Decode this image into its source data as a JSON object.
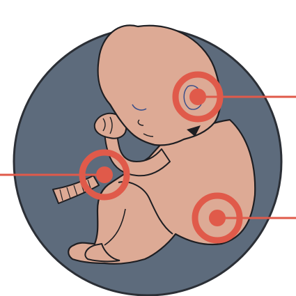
{
  "colors": {
    "background": "#ffffff",
    "circle_fill": "#5d6b7c",
    "circle_stroke": "#2b2f36",
    "skin": "#ddaa95",
    "outline": "#1e1e22",
    "marker": "#e05a4a",
    "cord": "#ddaa95"
  },
  "markers": [
    {
      "name": "ear-marker",
      "target": "ear"
    },
    {
      "name": "arm-marker",
      "target": "arm"
    },
    {
      "name": "abdomen-marker",
      "target": "abdomen"
    }
  ]
}
